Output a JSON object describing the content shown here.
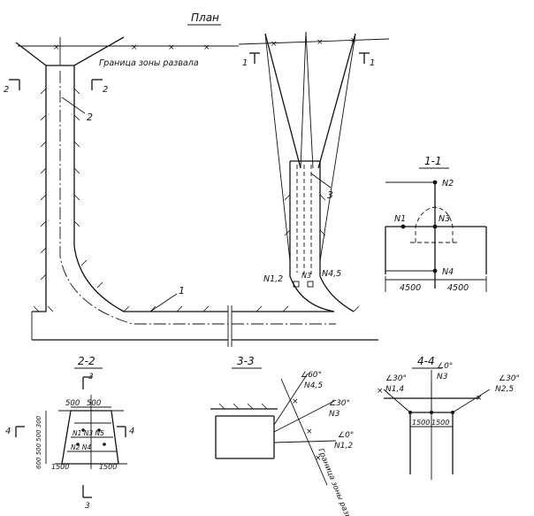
{
  "title": "План",
  "labels": {
    "zone_boundary": "Граница зоны развала",
    "zone_boundary_section": "Граница зоны развала",
    "callout_1": "1",
    "callout_2": "2",
    "callout_3": "3",
    "cut_1": "1",
    "cut_2": "2",
    "cut_3": "3",
    "cut_4": "4"
  },
  "sections": {
    "s11": "1-1",
    "s22": "2-2",
    "s33": "3-3",
    "s44": "4-4"
  },
  "charges": {
    "n1": "N1",
    "n2": "N2",
    "n3": "N3",
    "n4": "N4",
    "n12": "N1,2",
    "n45": "N4,5",
    "n14": "N1,4",
    "n25": "N2,5",
    "n4_5": "N4,5"
  },
  "angles": {
    "a60": "∠60°",
    "a30": "∠30°",
    "a0": "∠0°"
  },
  "dimensions": {
    "d4500a": "4500",
    "d4500b": "4500",
    "d500a": "500",
    "d500b": "500",
    "d1500a": "1500",
    "d1500b": "1500",
    "d1500c": "1500",
    "d1500d": "1500",
    "d_vert": "600 500 500 300"
  }
}
